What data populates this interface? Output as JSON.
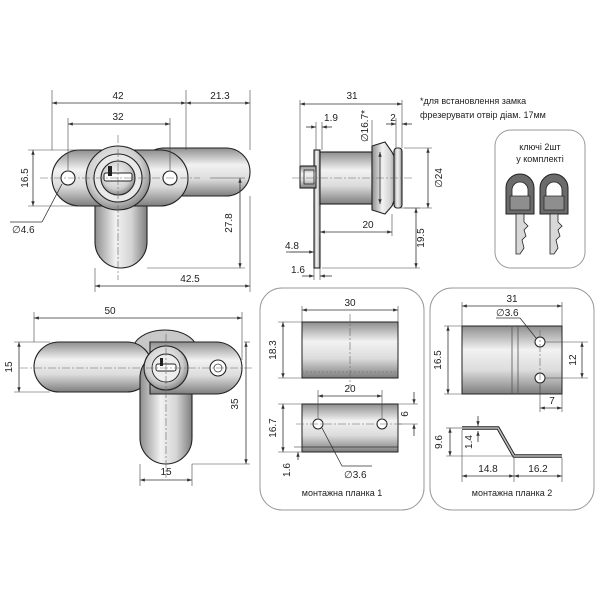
{
  "front_view": {
    "dims": {
      "d42": "42",
      "d21_3": "21.3",
      "d32": "32",
      "d16_5": "16.5",
      "d4_6": "∅4.6",
      "d27_8": "27.8",
      "d42_5": "42.5"
    }
  },
  "side_view": {
    "dims": {
      "d31": "31",
      "d1_9": "1.9",
      "d16_7": "∅16.7*",
      "d2": "2",
      "d24": "∅24",
      "d20": "20",
      "d19_5": "19.5",
      "d4_8": "4.8",
      "d1_6": "1.6"
    },
    "note_line1": "*для встановлення замка",
    "note_line2": "фрезерувати отвір діам. 17мм"
  },
  "keys_box": {
    "caption_line1": "ключі 2шт",
    "caption_line2": "у комплекті"
  },
  "bottom_view": {
    "dims": {
      "d50": "50",
      "d15_left": "15",
      "d35": "35",
      "d15_bottom": "15"
    }
  },
  "plate1": {
    "caption": "монтажна планка 1",
    "dims": {
      "d30": "30",
      "d18_3": "18.3",
      "d20": "20",
      "d6": "6",
      "d16_7": "16.7",
      "d1_6": "1.6",
      "d3_6": "∅3.6"
    }
  },
  "plate2": {
    "caption": "монтажна планка 2",
    "dims": {
      "d31": "31",
      "d3_6": "∅3.6",
      "d16_5": "16.5",
      "d12": "12",
      "d7": "7",
      "d9_6": "9.6",
      "d1_4": "1.4",
      "d14_8": "14.8",
      "d16_2": "16.2"
    }
  },
  "colors": {
    "metal_light": "#e6e6e6",
    "metal_mid": "#c4c4c4",
    "metal_dark": "#8e8e8e",
    "key_plastic": "#6b6b6b"
  }
}
